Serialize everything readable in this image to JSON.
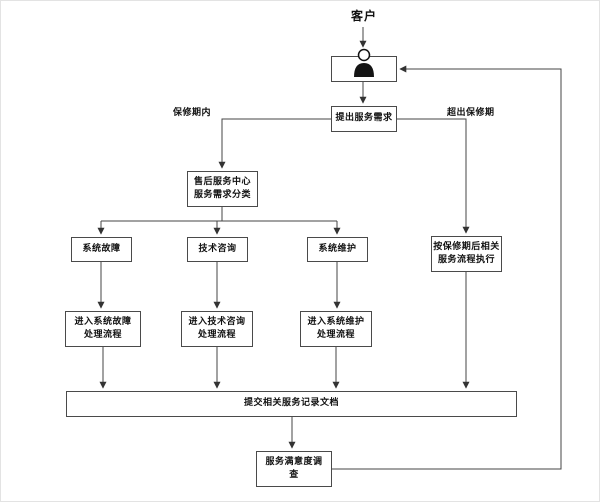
{
  "flowchart": {
    "customer_label": "客户",
    "request_label": "提出服务需求",
    "branch_in_warranty_label": "保修期内",
    "branch_out_warranty_label": "超出保修期",
    "classification": {
      "line1": "售后服务中心",
      "line2": "服务需求分类"
    },
    "category_fault_label": "系统故障",
    "category_consult_label": "技术咨询",
    "category_maintain_label": "系统维护",
    "process_fault": {
      "line1": "进入系统故障",
      "line2": "处理流程"
    },
    "process_consult": {
      "line1": "进入技术咨询",
      "line2": "处理流程"
    },
    "process_maintain": {
      "line1": "进入系统维护",
      "line2": "处理流程"
    },
    "out_warranty_process": {
      "line1": "按保修期后相关",
      "line2": "服务流程执行"
    },
    "submit_record_label": "提交相关服务记录文档",
    "survey": {
      "line1": "服务满意度调",
      "line2": "查"
    },
    "colors": {
      "line": "#444444",
      "box_border": "#4a4a4a",
      "text": "#111111",
      "background": "#ffffff"
    }
  }
}
